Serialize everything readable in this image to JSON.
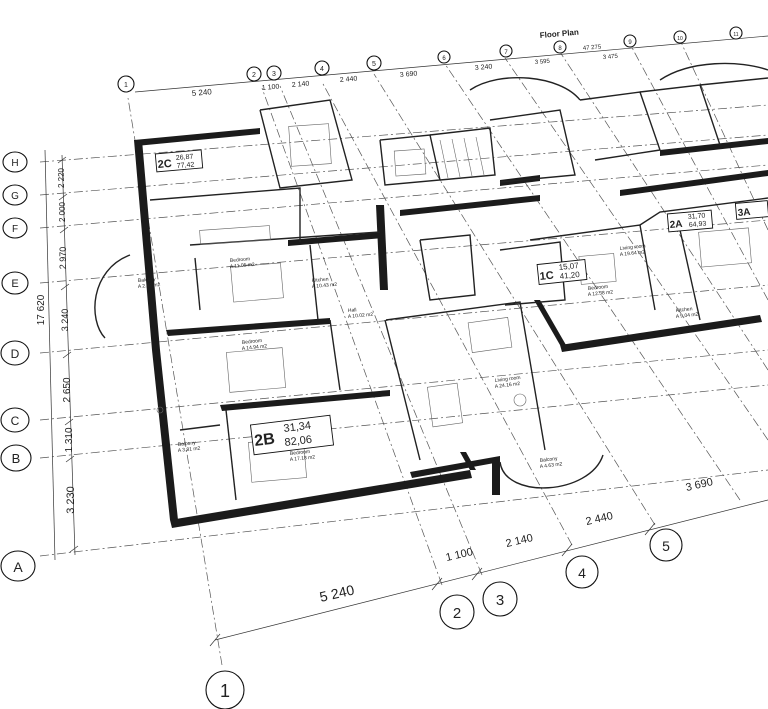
{
  "title": "Floor Plan",
  "front_axes": [
    {
      "label": "1"
    },
    {
      "label": "2"
    },
    {
      "label": "3"
    },
    {
      "label": "4"
    },
    {
      "label": "5"
    }
  ],
  "front_dimensions": [
    "5 240",
    "1 100",
    "2 140",
    "2 440",
    "3 690"
  ],
  "back_axes": [
    "1",
    "2",
    "3",
    "4",
    "5",
    "6",
    "7",
    "8",
    "9",
    "10",
    "11"
  ],
  "back_dimensions": [
    "5 240",
    "1 100",
    "2 140",
    "2 440",
    "3 690",
    "3 240",
    "3 595",
    "47 275",
    "3 475"
  ],
  "left_axes": [
    "H",
    "G",
    "F",
    "E",
    "D",
    "C",
    "B",
    "A"
  ],
  "left_dimensions": [
    "2 220",
    "2 000",
    "2 970",
    "3 240",
    "2 650",
    "1 310",
    "3 230"
  ],
  "left_total": "17 620",
  "units": [
    {
      "code": "2C",
      "area1": "26,87",
      "area2": "77,42"
    },
    {
      "code": "2B",
      "area1": "31,34",
      "area2": "82,06"
    },
    {
      "code": "1C",
      "area1": "15,07",
      "area2": "41,20"
    },
    {
      "code": "2A",
      "area1": "31,70",
      "area2": "64,93"
    },
    {
      "code": "3A",
      "area1": "",
      "area2": ""
    }
  ],
  "rooms": [
    {
      "name": "Balcony",
      "area": "A 3.81 m2"
    },
    {
      "name": "Bedroom",
      "area": "A 14.94 m2"
    },
    {
      "name": "Bedroom",
      "area": "A 17.18 m2"
    },
    {
      "name": "Bedroom",
      "area": "A 11.05 m2"
    },
    {
      "name": "Living room",
      "area": "A 24.16 m2"
    },
    {
      "name": "Hall",
      "area": "A 10.02 m2"
    },
    {
      "name": "Balcony",
      "area": "A 4.63 m2"
    },
    {
      "name": "Kitchen",
      "area": "A 10.43 m2"
    },
    {
      "name": "Balcony",
      "area": "A 2.32 m2"
    },
    {
      "name": "Bedroom",
      "area": "A 12.38 m2"
    },
    {
      "name": "Living room",
      "area": "A 19.64 m2"
    },
    {
      "name": "Kitchen",
      "area": "A 9.04 m2"
    }
  ]
}
